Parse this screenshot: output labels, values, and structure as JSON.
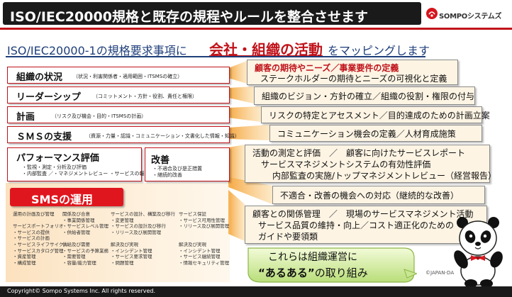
{
  "header": {
    "title": "ISO/IEC20000規格と既存の規程やルールを整合させます",
    "logo_text": "SOMPOシステムズ"
  },
  "subtitle": {
    "part1": "ISO/IEC20000-1の規格要求事項に",
    "part2": "会社・組織の活動",
    "part3": "をマッピングします"
  },
  "left_boxes": [
    {
      "title": "組織の状況",
      "sub": "（状況・利害関係者・適用範囲・ITSMSの確立）"
    },
    {
      "title": "リーダーシップ",
      "sub": "（コミットメント・方針・役割、責任と権限）"
    },
    {
      "title": "計画",
      "sub": "（リスク及び機会・目的・ITSMSの計画）"
    },
    {
      "title": "ＳＭＳの支援",
      "sub": "（資源・力量・認識・コミュニケーション・文書化した情報・知識）"
    },
    {
      "title": "パフォーマンス評価",
      "sub_lines": [
        "・監視・測定・分析及び評価",
        "・内部監査 ／・マネジメントレビュー ・サービスの報告"
      ]
    },
    {
      "title": "改善",
      "sub_lines": [
        "・不適合及び是正措置",
        "・継続的改善"
      ]
    }
  ],
  "sms_operation": {
    "label": "SMSの運用",
    "columns": [
      [
        "運用の計画及び管理",
        "",
        "サービスポートフォリオ",
        "・サービスの提供",
        "・サービスの計画",
        "・サービスライフサイクル",
        "・サービスカタログ管理",
        "・資産管理",
        "・構成管理"
      ],
      [
        "関係及び合意",
        "・事業関係管理",
        "・サービスレベル管理",
        "・供給者管理",
        "",
        "供給及び需要",
        "・サービスの予算業務",
        "・需要管理",
        "・容量/能力管理"
      ],
      [
        "サービスの設計、構築及び移行",
        "・変更管理",
        "・サービスの設計及び移行",
        "・リリース及び展開管理",
        "",
        "解決及び実現",
        "・インシデント管理",
        "・サービス要求管理",
        "・問題管理"
      ],
      [
        "サービス保証",
        "・サービス可用性管理",
        "・リリース及び展開管理",
        "",
        "",
        "解決及び実現",
        "・インシデント管理",
        "・サービス継続管理",
        "・情報セキュリティ管理"
      ]
    ]
  },
  "right_boxes": [
    {
      "lines": [
        "顧客の期待やニーズ／事業要件の定義",
        "ステークホルダーの期待とニーズの可視化と定義"
      ]
    },
    {
      "lines": [
        "組織のビジョン・方針の確立／組織の役割・権限の付与"
      ]
    },
    {
      "lines": [
        "リスクの特定とアセスメント／目的達成のための計画立案"
      ]
    },
    {
      "lines": [
        "コミュニケーション機会の定義／人材育成施策"
      ]
    },
    {
      "lines": [
        "活動の測定と評価　／　顧客に向けたサービスレポート",
        "サービスマネジメントシステムの有効性評価",
        "内部監査の実施/トップマネジメントレビュー（経営報告）"
      ]
    },
    {
      "lines": [
        "不適合・改善の機会への対応（継続的な改善）"
      ]
    },
    {
      "lines": [
        "顧客との関係管理　／　現場のサービスマネジメント活動",
        "サービス品質の維持・向上／コスト適正化のための",
        "ガイドや要領類"
      ]
    }
  ],
  "bubble": {
    "line1": "これらは組織運営に",
    "line2_quote": "“あるある”",
    "line2_rest": "の取り組み"
  },
  "illustration_credit": "©JAPAN-DA",
  "footer": {
    "text": "Copyright©  Sompo Systems Inc. All rights reserved."
  },
  "colors": {
    "accent_red": "#c0121a",
    "navy": "#1f3f7a",
    "orange": "#f39c2b",
    "dark": "#1a1a1a"
  },
  "icons": [
    "sompo-logo-icon",
    "panda-mascot-icon"
  ]
}
